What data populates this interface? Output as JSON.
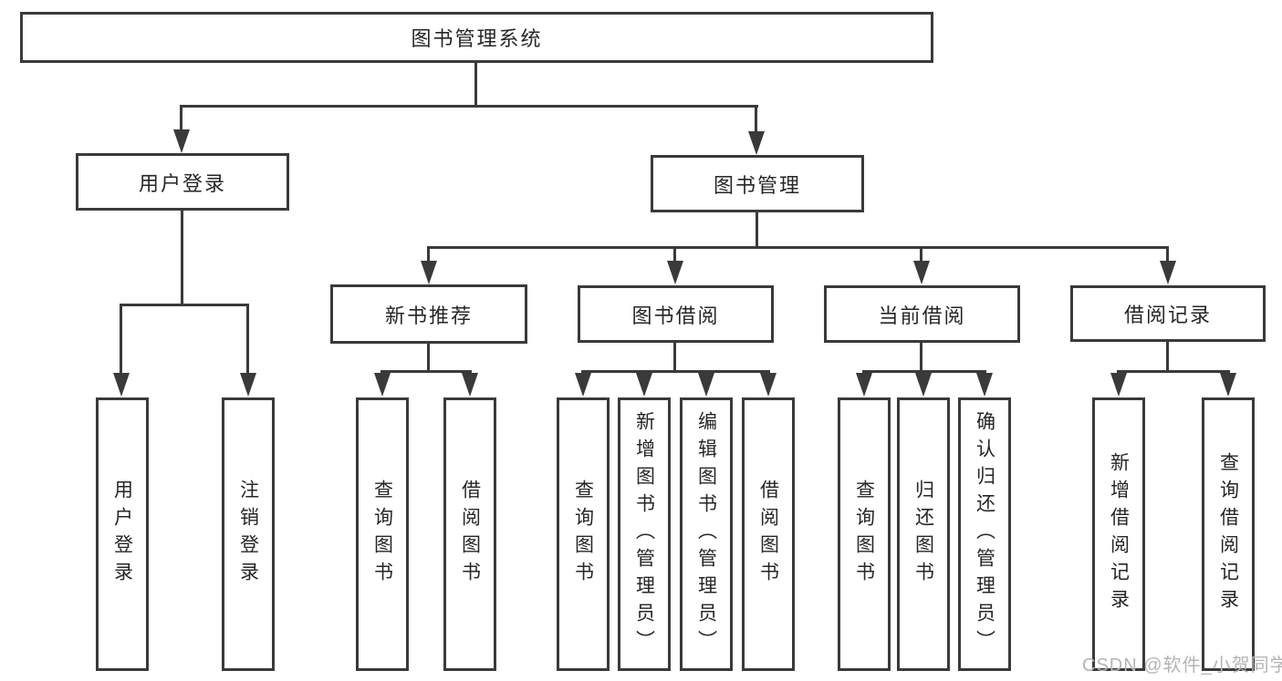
{
  "tree": {
    "root": {
      "label": "图书管理系统"
    },
    "level2": [
      {
        "id": "user-login",
        "label": "用户登录"
      },
      {
        "id": "book-management",
        "label": "图书管理"
      }
    ],
    "level3": [
      {
        "id": "new-book-recommendation",
        "label": "新书推荐"
      },
      {
        "id": "book-borrowing",
        "label": "图书借阅"
      },
      {
        "id": "current-borrowing",
        "label": "当前借阅"
      },
      {
        "id": "borrowing-records",
        "label": "借阅记录"
      }
    ],
    "leaves": {
      "user_login": [
        "用户登录",
        "注销登录"
      ],
      "new_book_recommendation": [
        "查询图书",
        "借阅图书"
      ],
      "book_borrowing": [
        "查询图书",
        "新增图书（管理员）",
        "编辑图书（管理员）",
        "借阅图书"
      ],
      "current_borrowing": [
        "查询图书",
        "归还图书",
        "确认归还（管理员）"
      ],
      "borrowing_records": [
        "新增借阅记录",
        "查询借阅记录"
      ]
    }
  },
  "watermark": {
    "text": "CSDN @软件_小贺同学"
  },
  "colors": {
    "line": "#3a3a3a",
    "text": "#262626",
    "watermark": "#b4b4b4",
    "background": "#ffffff"
  }
}
